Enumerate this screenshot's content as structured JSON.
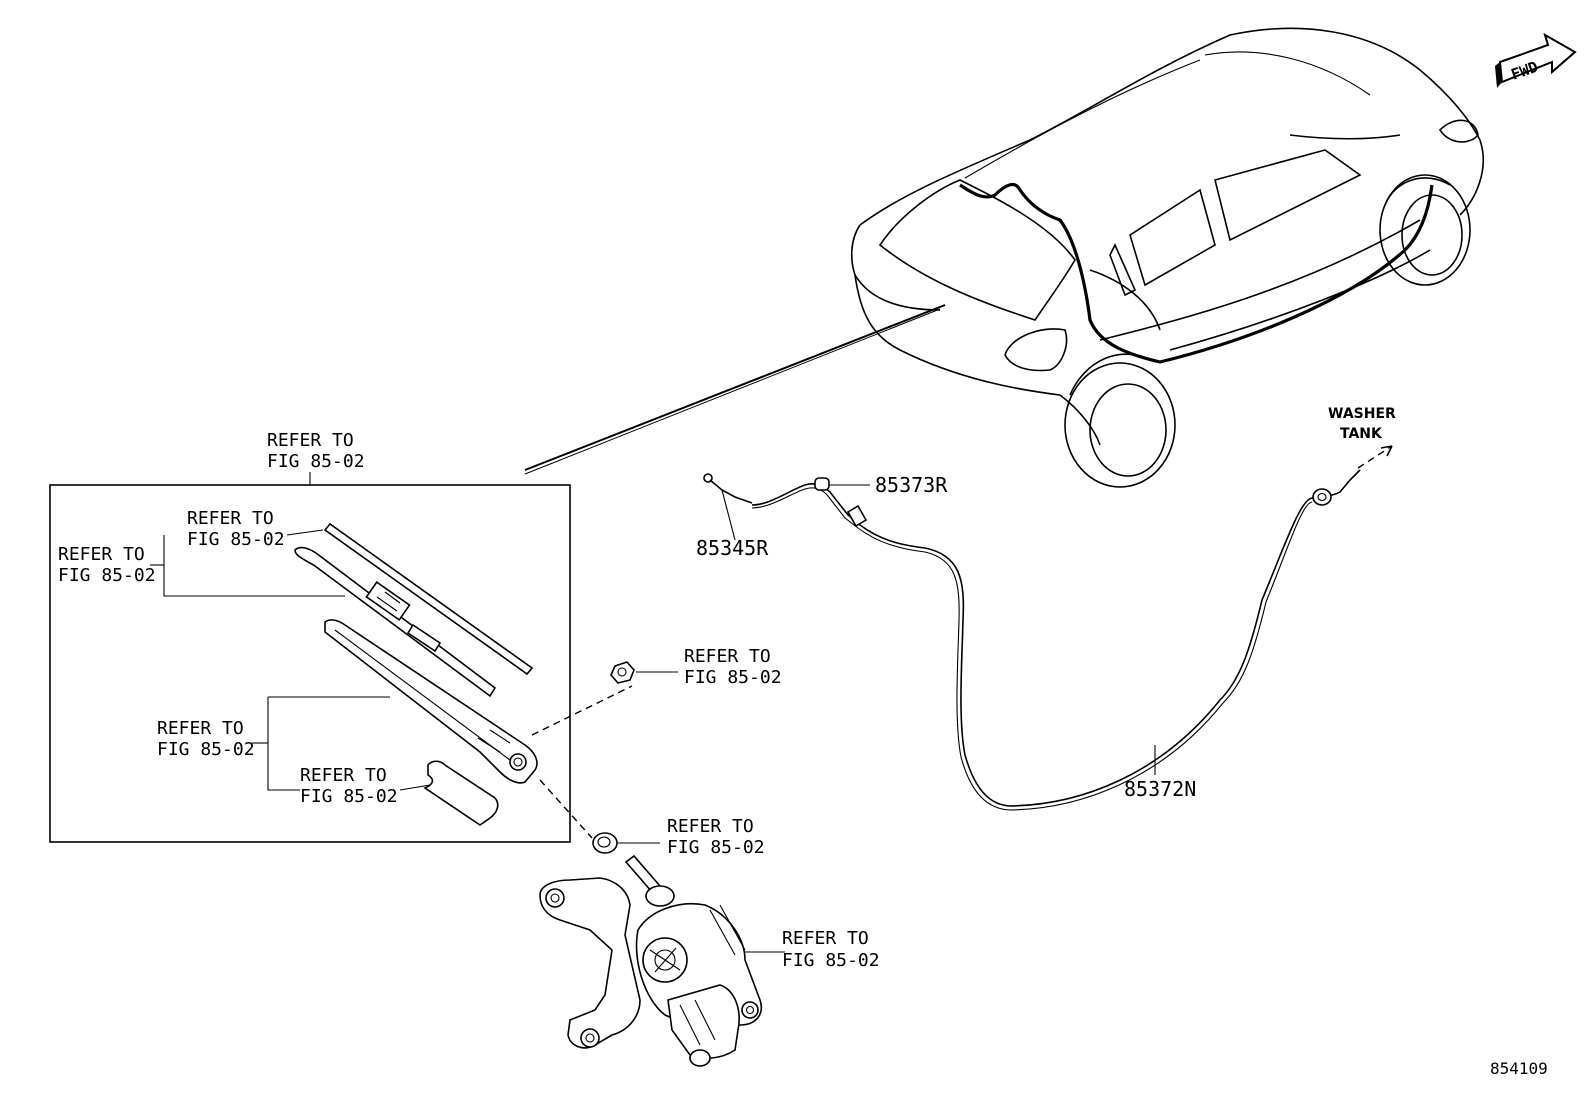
{
  "refer_label": {
    "line1": "REFER TO",
    "line2": "FIG 85-02"
  },
  "parts": {
    "p85345R": "85345R",
    "p85373R": "85373R",
    "p85372N": "85372N"
  },
  "washer_tank": {
    "line1": "WASHER",
    "line2": "TANK"
  },
  "fwd_label": "FWD",
  "diagram_id": "854109"
}
